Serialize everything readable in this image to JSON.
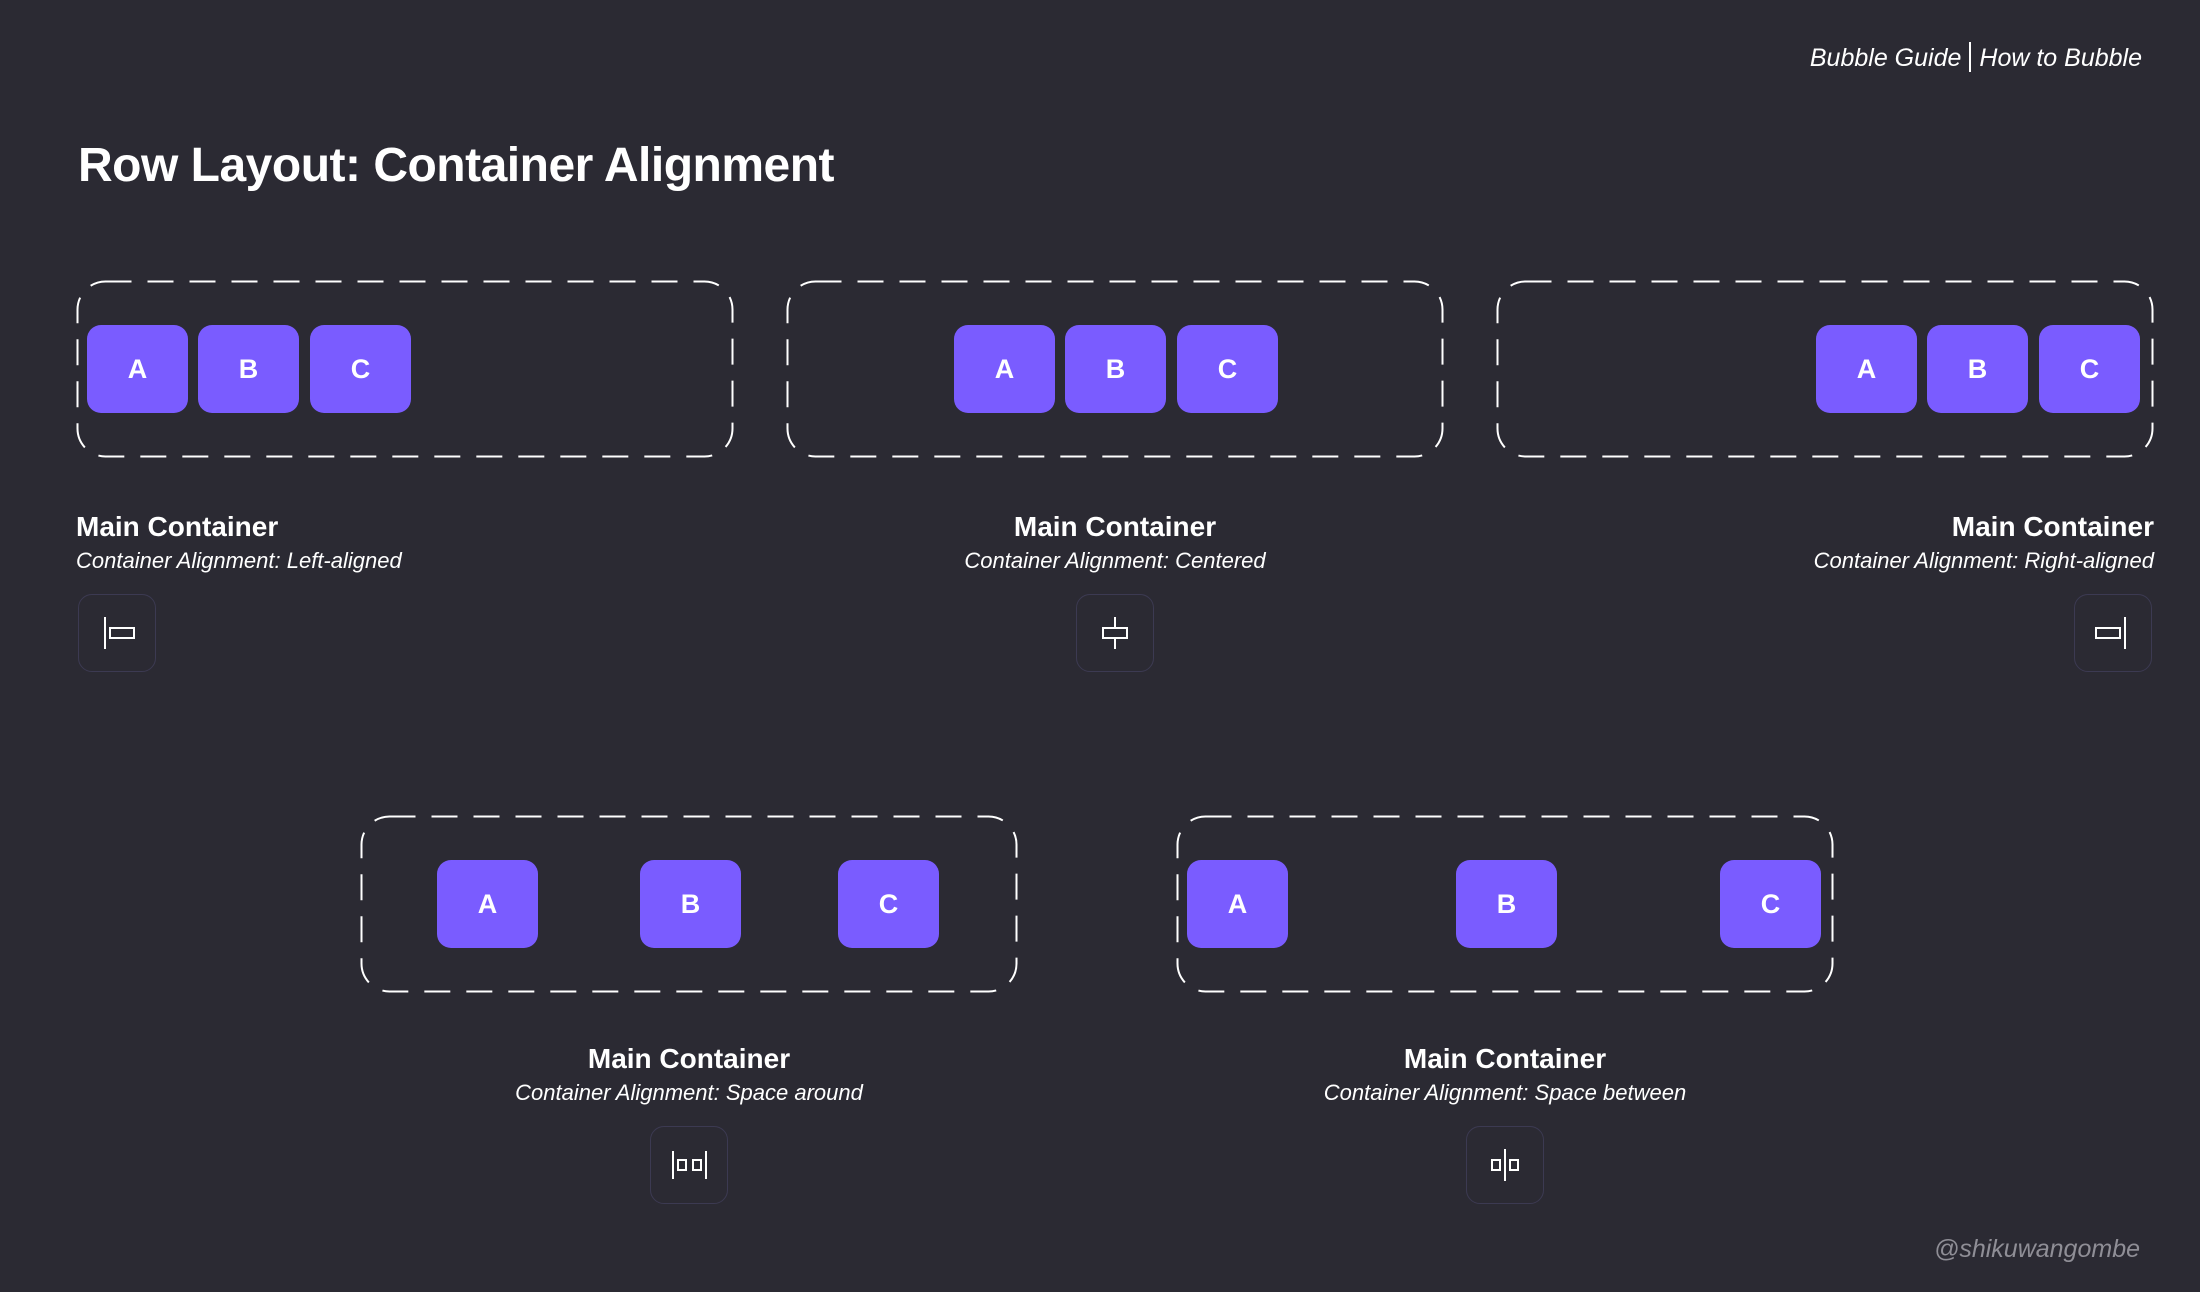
{
  "header": {
    "credit_left": "Bubble Guide",
    "credit_right": "How to Bubble"
  },
  "page_title": "Row Layout: Container Alignment",
  "panels": [
    {
      "items": [
        "A",
        "B",
        "C"
      ],
      "title": "Main Container",
      "subtitle": "Container Alignment: Left-aligned",
      "icon": "align-left-icon"
    },
    {
      "items": [
        "A",
        "B",
        "C"
      ],
      "title": "Main Container",
      "subtitle": "Container Alignment: Centered",
      "icon": "align-center-icon"
    },
    {
      "items": [
        "A",
        "B",
        "C"
      ],
      "title": "Main Container",
      "subtitle": "Container Alignment: Right-aligned",
      "icon": "align-right-icon"
    },
    {
      "items": [
        "A",
        "B",
        "C"
      ],
      "title": "Main Container",
      "subtitle": "Container Alignment: Space around",
      "icon": "space-around-icon"
    },
    {
      "items": [
        "A",
        "B",
        "C"
      ],
      "title": "Main Container",
      "subtitle": "Container Alignment: Space between",
      "icon": "space-between-icon"
    }
  ],
  "watermark": "@shikuwangombe",
  "colors": {
    "background": "#2b2a33",
    "item": "#7a5cff",
    "icon_border": "#3c3a52",
    "watermark": "#8f8e96"
  }
}
